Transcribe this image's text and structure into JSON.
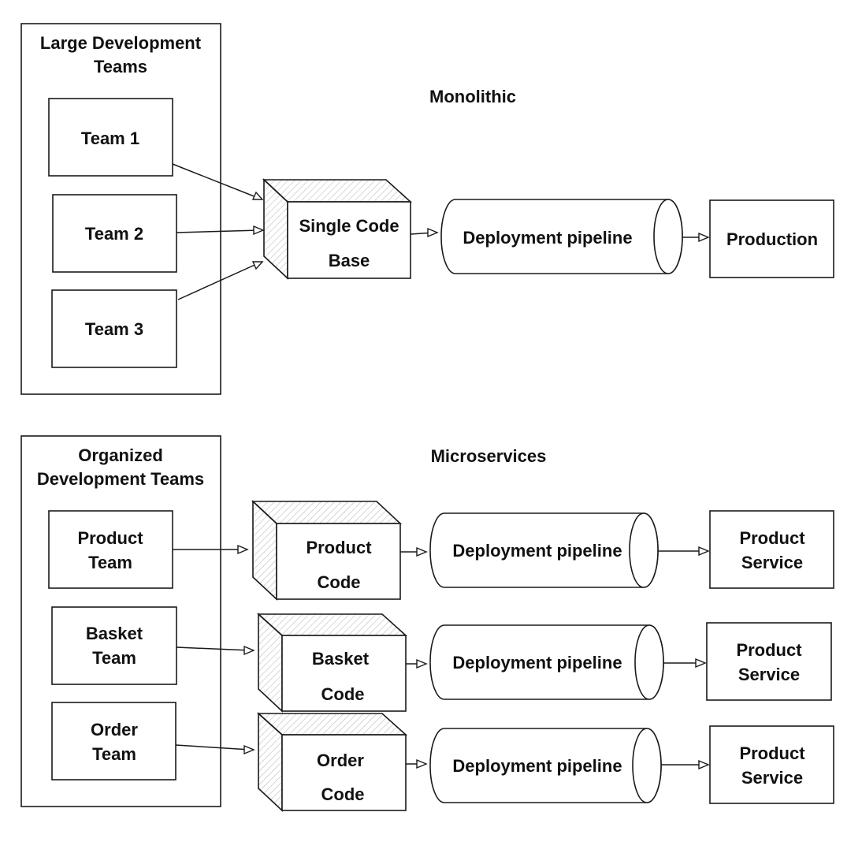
{
  "colors": {
    "stroke": "#1a1a1a",
    "text": "#111111",
    "background": "#ffffff"
  },
  "monolithic": {
    "title": "Monolithic",
    "group": {
      "line1": "Large Development",
      "line2": "Teams"
    },
    "teams": [
      "Team 1",
      "Team 2",
      "Team 3"
    ],
    "codebase": {
      "line1": "Single Code",
      "line2": "Base"
    },
    "pipeline": "Deployment pipeline",
    "output": "Production"
  },
  "microservices": {
    "title": "Microservices",
    "group": {
      "line1": "Organized",
      "line2": "Development Teams"
    },
    "rows": [
      {
        "team": {
          "line1": "Product",
          "line2": "Team"
        },
        "code": {
          "line1": "Product",
          "line2": "Code"
        },
        "pipeline": "Deployment pipeline",
        "service": {
          "line1": "Product",
          "line2": "Service"
        }
      },
      {
        "team": {
          "line1": "Basket",
          "line2": "Team"
        },
        "code": {
          "line1": "Basket",
          "line2": "Code"
        },
        "pipeline": "Deployment pipeline",
        "service": {
          "line1": "Product",
          "line2": "Service"
        }
      },
      {
        "team": {
          "line1": "Order",
          "line2": "Team"
        },
        "code": {
          "line1": "Order",
          "line2": "Code"
        },
        "pipeline": "Deployment pipeline",
        "service": {
          "line1": "Product",
          "line2": "Service"
        }
      }
    ]
  }
}
